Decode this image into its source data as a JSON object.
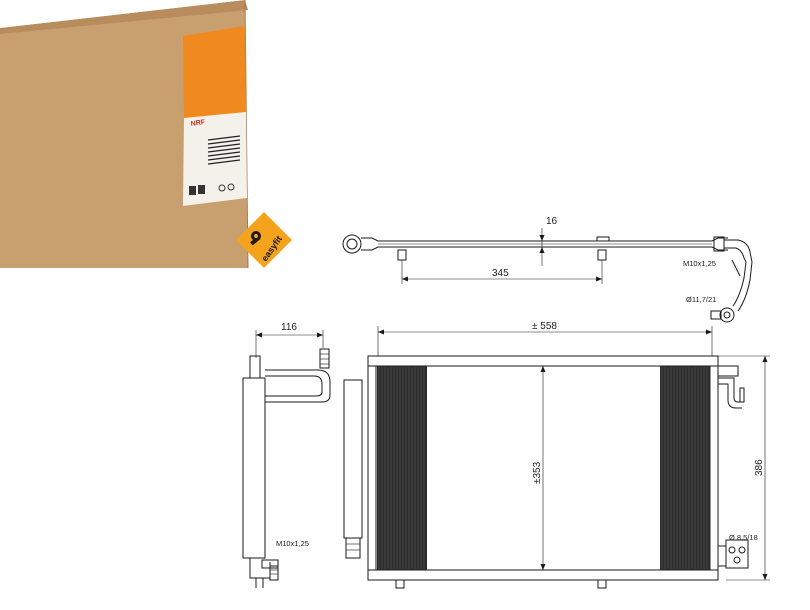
{
  "package": {
    "brand": "NRF",
    "box_color": "#c89f6f",
    "label_color": "#f08a1e"
  },
  "badge": {
    "text": "easyfit",
    "color": "#f5a31a",
    "icon": "wrench-icon"
  },
  "dimensions": {
    "pipe_thickness": "16",
    "bracket_spacing": "345",
    "thread_top": "M10x1,25",
    "port_diameter_top": "Ø11,7/21",
    "side_depth": "116",
    "overall_width": "± 558",
    "core_height": "±353",
    "overall_height": "386",
    "thread_side": "M10x1,25",
    "port_diameter_bottom": "Ø 8,5/18"
  }
}
